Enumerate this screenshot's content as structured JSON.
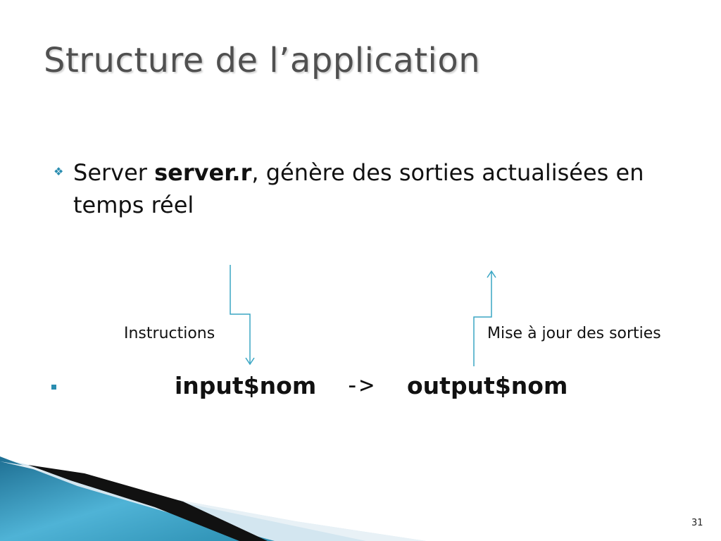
{
  "slide": {
    "title": "Structure de l’application",
    "bullet1": {
      "prefix": "Server ",
      "bold": "server.r",
      "suffix": ", génère des sorties actualisées en temps réel"
    },
    "labels": {
      "instructions": "Instructions",
      "mise_a_jour": "Mise à jour des sorties"
    },
    "code": {
      "input": "input$nom",
      "arrow": "->",
      "output": "output$nom"
    },
    "page_number": "31"
  },
  "colors": {
    "accent": "#2a8db0",
    "title": "#505050",
    "arrow": "#3aa6c4"
  }
}
